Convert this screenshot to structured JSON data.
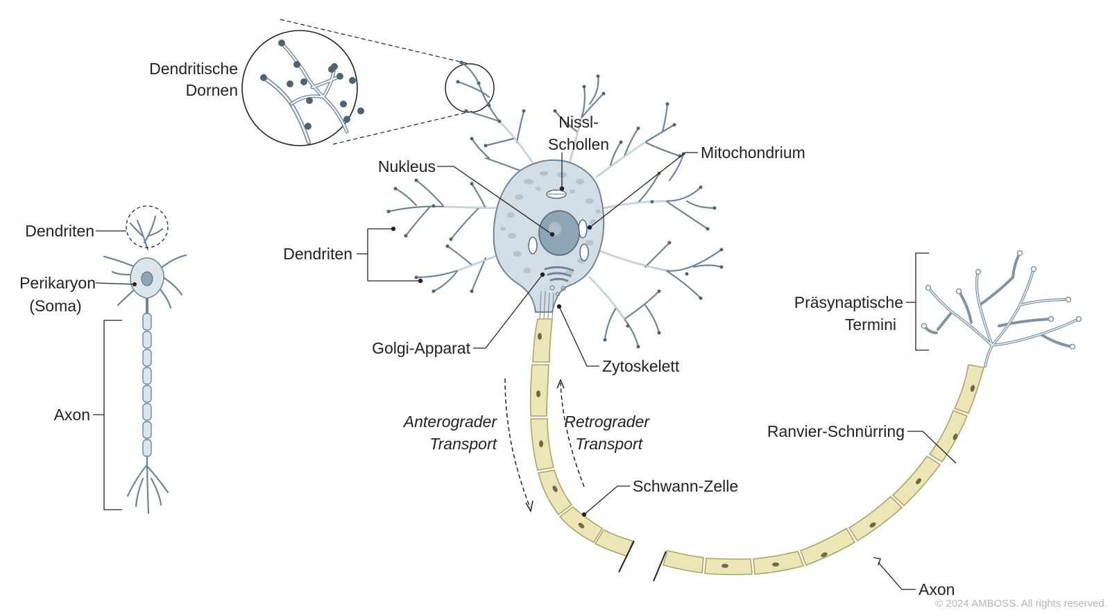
{
  "labels": {
    "dendritic_spines_1": "Dendritische",
    "dendritic_spines_2": "Dornen",
    "nissl_1": "Nissl-",
    "nissl_2": "Schollen",
    "nucleus": "Nukleus",
    "mitochondrion": "Mitochondrium",
    "dendrites_main": "Dendriten",
    "golgi": "Golgi-Apparat",
    "cytoskeleton": "Zytoskelett",
    "anterograde_1": "Anterograder",
    "anterograde_2": "Transport",
    "retrograde_1": "Retrograder",
    "retrograde_2": "Transport",
    "schwann": "Schwann-Zelle",
    "ranvier": "Ranvier-Schnürring",
    "axon_main": "Axon",
    "presynaptic_1": "Präsynaptische",
    "presynaptic_2": "Termini",
    "dendrites_small": "Dendriten",
    "perikaryon_1": "Perikaryon",
    "perikaryon_2": "(Soma)",
    "axon_small": "Axon"
  },
  "copyright": "© 2024 AMBOSS. All rights reserved.",
  "colors": {
    "cell_body": "#d3dde6",
    "cell_outline": "#6f8596",
    "axon_myelin": "#ece6b6",
    "nucleus": "#8fa4b5",
    "text": "#222222"
  }
}
